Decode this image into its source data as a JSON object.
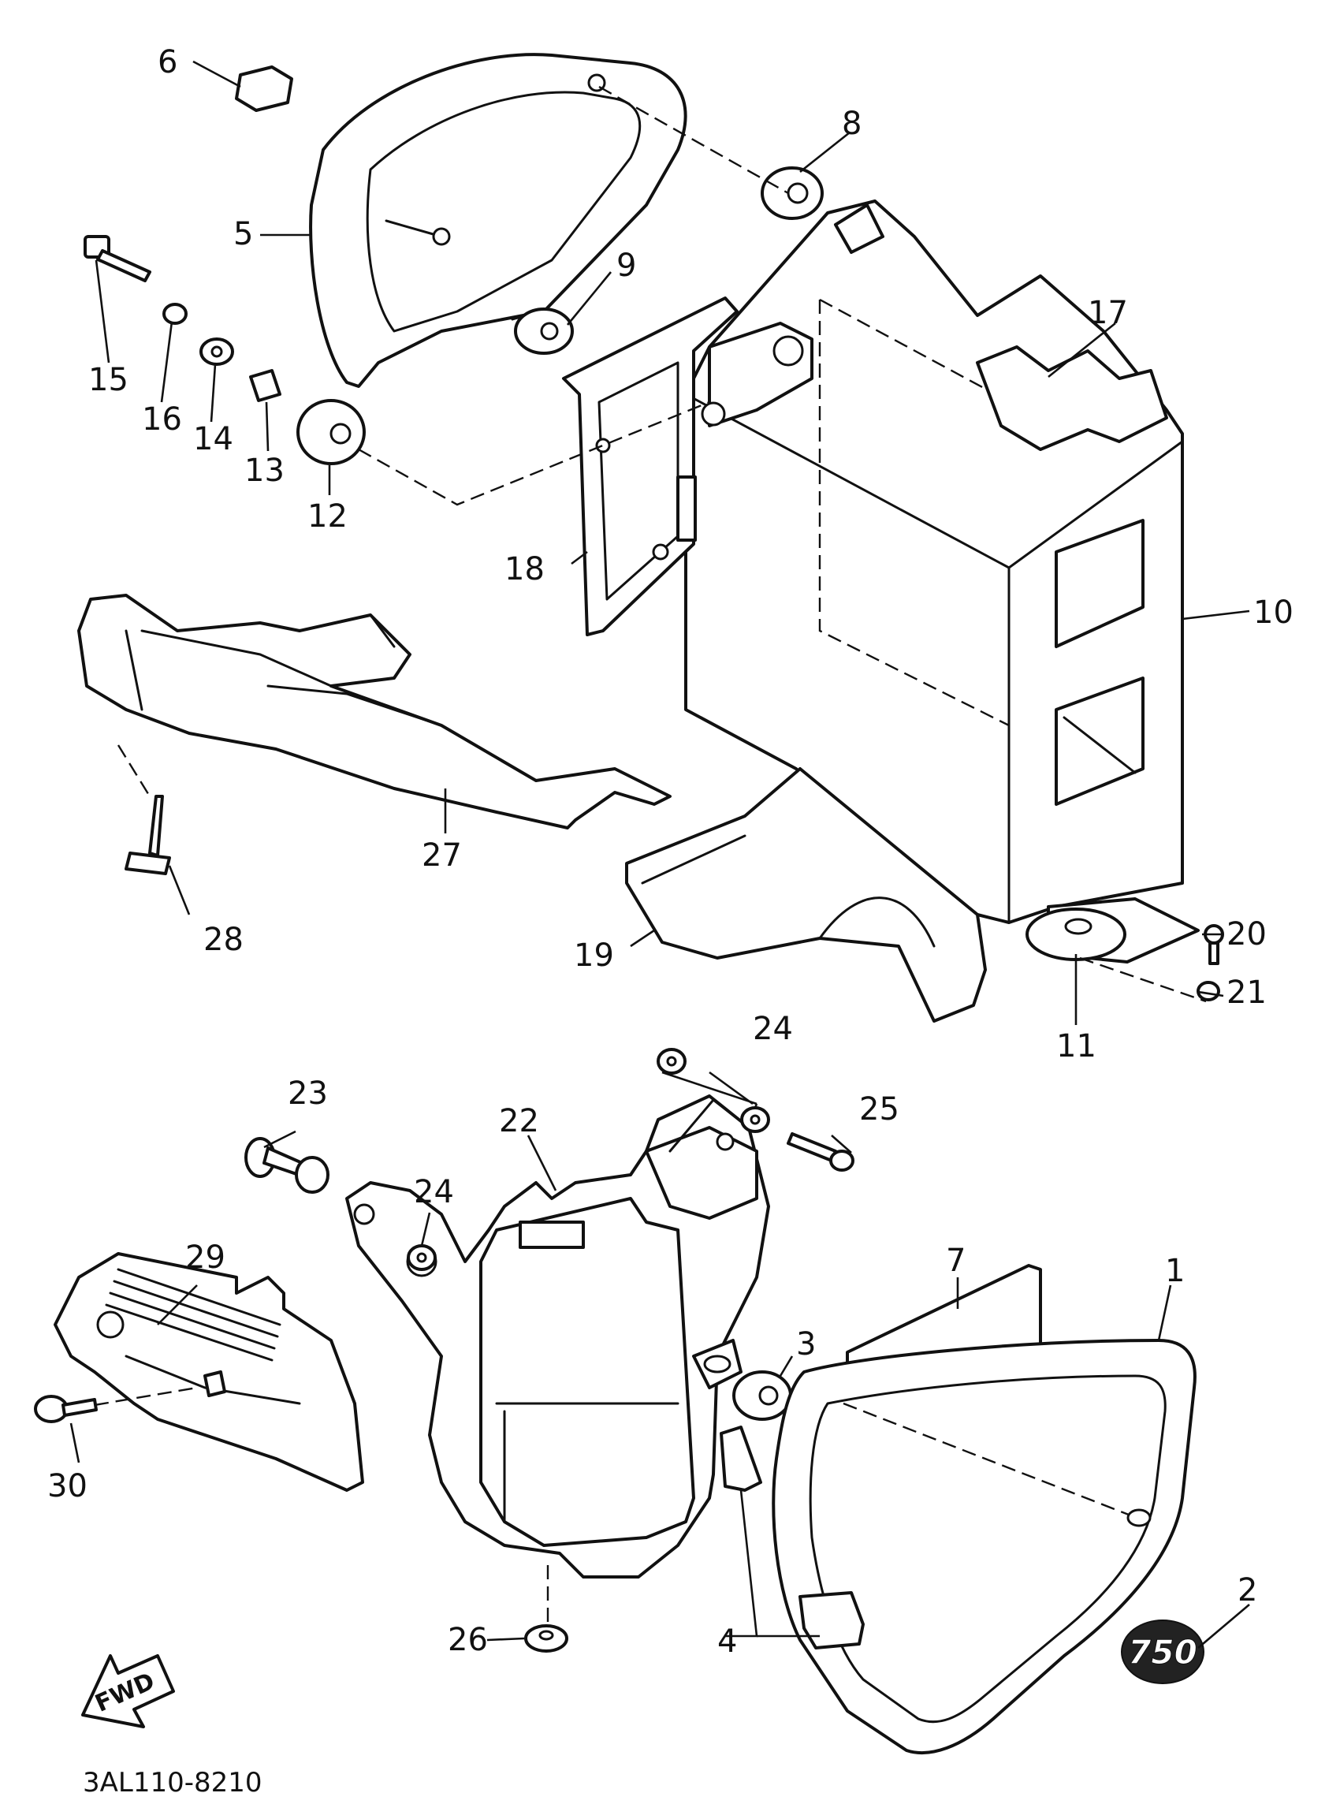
{
  "diagram": {
    "code": "3AL110-8210",
    "fwd_label": "FWD",
    "emblem_text": "750",
    "parts": {
      "p1": "1",
      "p2": "2",
      "p3": "3",
      "p4": "4",
      "p5": "5",
      "p6": "6",
      "p7": "7",
      "p8": "8",
      "p9": "9",
      "p10": "10",
      "p11": "11",
      "p12": "12",
      "p13": "13",
      "p14": "14",
      "p15": "15",
      "p16": "16",
      "p17": "17",
      "p18": "18",
      "p19": "19",
      "p20": "20",
      "p21": "21",
      "p22": "22",
      "p23": "23",
      "p24a": "24",
      "p24b": "24",
      "p25": "25",
      "p26": "26",
      "p27": "27",
      "p28": "28",
      "p29": "29",
      "p30": "30"
    }
  }
}
